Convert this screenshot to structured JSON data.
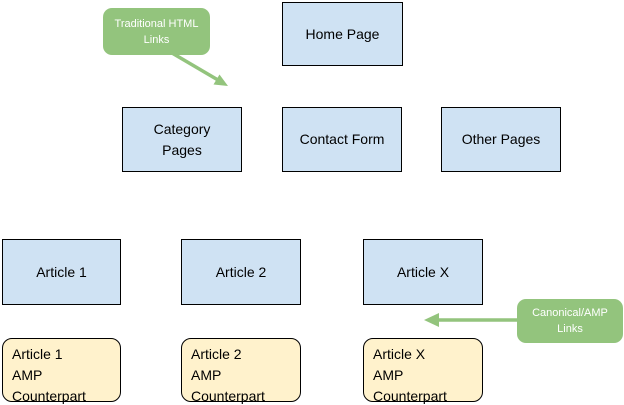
{
  "colors": {
    "page_bg": "#ffffff",
    "box_blue": "#cfe2f3",
    "box_yellow": "#fff2cc",
    "callout_green": "#93c47d",
    "border_color": "#000000",
    "box_text": "#000000",
    "callout_text": "#ffffff"
  },
  "diagram": {
    "type": "sitemap-hierarchy",
    "nodes": {
      "home": {
        "label": "Home Page"
      },
      "category": {
        "label": "Category\nPages"
      },
      "contact": {
        "label": "Contact Form"
      },
      "other": {
        "label": "Other Pages"
      },
      "article1": {
        "label": "Article 1"
      },
      "article2": {
        "label": "Article 2"
      },
      "articlex": {
        "label": "Article X"
      },
      "amp1": {
        "label": "Article 1\nAMP\nCounterpart"
      },
      "amp2": {
        "label": "Article 2\nAMP\nCounterpart"
      },
      "ampx": {
        "label": "Article X\nAMP\nCounterpart"
      }
    },
    "callouts": {
      "traditional": {
        "label": "Traditional HTML\nLinks"
      },
      "canonical": {
        "label": "Canonical/AMP\nLinks"
      }
    }
  }
}
